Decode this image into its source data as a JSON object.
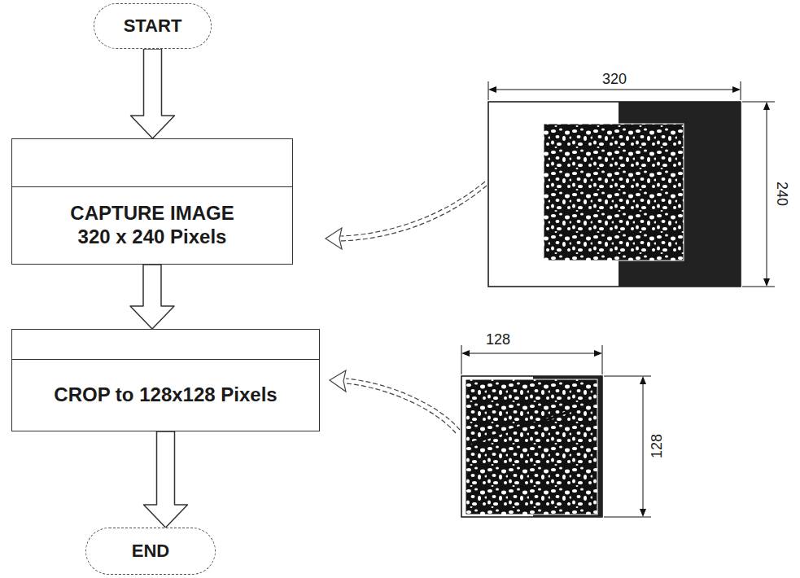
{
  "diagram": {
    "nodes": [
      {
        "text": [
          "START"
        ]
      },
      {
        "text": [
          "CAPTURE IMAGE 320 x 240 Pixels"
        ]
      },
      {
        "text": [
          "CROP to 128x128 Pixels"
        ]
      },
      {
        "text": [
          "END"
        ]
      }
    ],
    "edges": [
      {
        "from": 0,
        "to": 1,
        "arrow": "to"
      },
      {
        "from": 1,
        "to": 2,
        "arrow": "to"
      },
      {
        "from": 2,
        "to": 3,
        "arrow": "to"
      }
    ],
    "labels": [
      "320",
      "240",
      "128",
      "128"
    ]
  }
}
